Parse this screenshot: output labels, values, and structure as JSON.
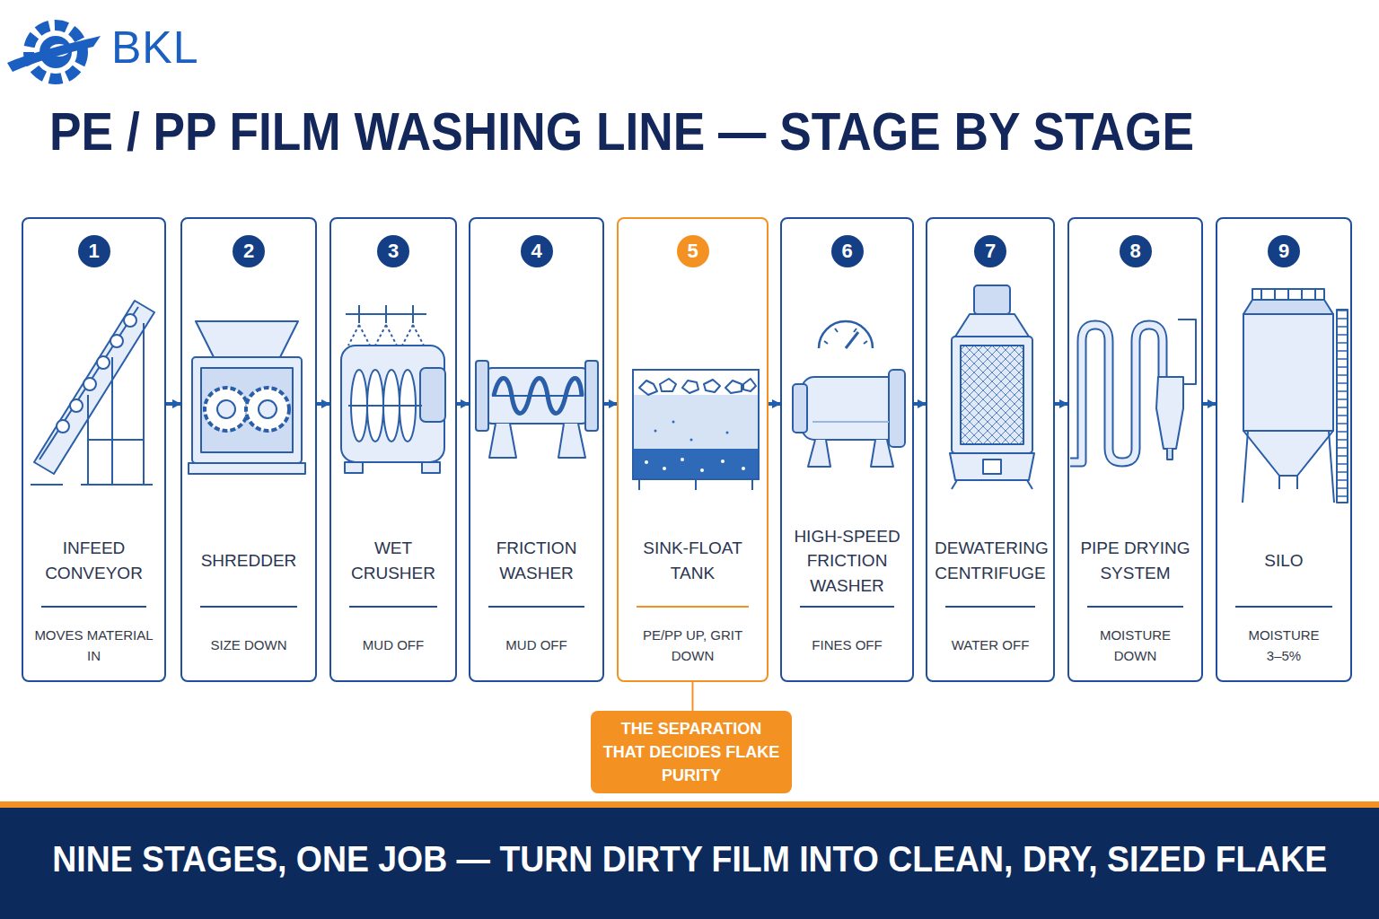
{
  "diagram": {
    "title": "PE / PP FILM WASHING LINE — STAGE BY STAGE",
    "caption": "NINE STAGES, ONE JOB — TURN DIRTY FILM INTO CLEAN, DRY, SIZED FLAKE",
    "nodes": [
      {
        "text": [
          "1",
          "INFEED CONVEYOR",
          "MOVES MATERIAL IN"
        ]
      },
      {
        "text": [
          "2",
          "SHREDDER",
          "SIZE DOWN"
        ]
      },
      {
        "text": [
          "3",
          "WET CRUSHER",
          "MUD OFF"
        ]
      },
      {
        "text": [
          "4",
          "FRICTION WASHER",
          "MUD OFF"
        ]
      },
      {
        "text": [
          "5",
          "SINK-FLOAT TANK",
          "PE/PP UP, GRIT DOWN"
        ]
      },
      {
        "text": [
          "6",
          "HIGH-SPEED FRICTION WASHER",
          "FINES OFF"
        ]
      },
      {
        "text": [
          "7",
          "DEWATERING CENTRIFUGE",
          "WATER OFF"
        ]
      },
      {
        "text": [
          "8",
          "PIPE DRYING SYSTEM",
          "MOISTURE DOWN"
        ]
      },
      {
        "text": [
          "9",
          "SILO",
          "MOISTURE 3–5%"
        ]
      },
      {
        "text": [
          "THE SEPARATION THAT DECIDES FLAKE PURITY"
        ]
      }
    ],
    "edges": [
      {
        "from": 0,
        "to": 1,
        "arrow": "to"
      },
      {
        "from": 1,
        "to": 2,
        "arrow": "to"
      },
      {
        "from": 2,
        "to": 3,
        "arrow": "to"
      },
      {
        "from": 3,
        "to": 4,
        "arrow": "to"
      },
      {
        "from": 4,
        "to": 5,
        "arrow": "to"
      },
      {
        "from": 5,
        "to": 6,
        "arrow": "to"
      },
      {
        "from": 6,
        "to": 7,
        "arrow": "to"
      },
      {
        "from": 7,
        "to": 8,
        "arrow": "to"
      },
      {
        "from": 4,
        "to": 9,
        "arrow": "none"
      }
    ],
    "labels": [
      "BKL"
    ]
  }
}
